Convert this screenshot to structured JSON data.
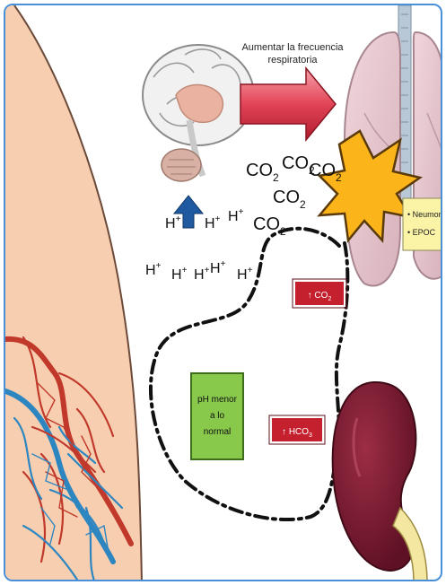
{
  "diagram": {
    "arrow_label_line1": "Aumentar la frecuencia",
    "arrow_label_line2": "respiratoria",
    "co2": "CO",
    "co2_sub": "2",
    "h_ion": "H",
    "h_sup": "+",
    "co2_badge": "↑ CO",
    "co2_badge_sub": "2",
    "hco3_badge": "↑ HCO",
    "hco3_badge_sub": "3",
    "ph_box_line1": "pH menor",
    "ph_box_line2": "a lo",
    "ph_box_line3": "normal",
    "causes": [
      "• Neumonía",
      "• EPOC"
    ]
  },
  "colors": {
    "skin": "#f7cfb0",
    "lung": "#e9c8cf",
    "kidney": "#7a1d33",
    "badge_red": "#c4202e",
    "ph_green": "#88c94c",
    "cause_yellow": "#fbf3a6",
    "arrow_red": "#e34457",
    "brain_arrow": "#1f5aa0"
  }
}
